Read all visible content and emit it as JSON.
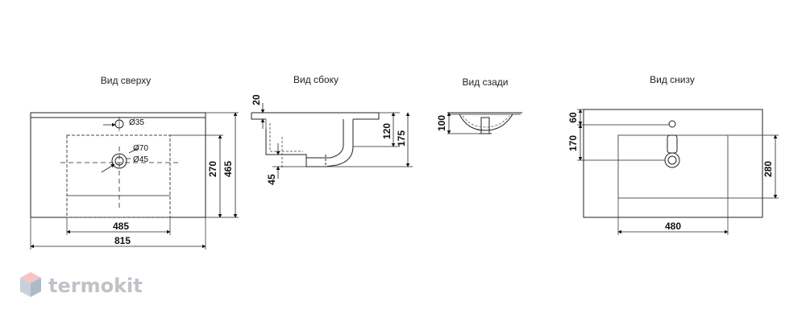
{
  "views": {
    "top": {
      "title": "Вид сверху"
    },
    "side": {
      "title": "Вид сбоку"
    },
    "rear": {
      "title": "Вид сзади"
    },
    "bottom": {
      "title": "Вид снизу"
    }
  },
  "dimensions": {
    "top": {
      "tap_hole": "Ø35",
      "drain_outer": "Ø70",
      "drain_inner": "Ø45",
      "inner_width": "485",
      "total_width": "815",
      "inner_depth": "270",
      "total_depth": "465"
    },
    "side": {
      "rim": "20",
      "bowl_depth": "120",
      "total_height": "175",
      "drain_height": "45"
    },
    "rear": {
      "height": "100"
    },
    "bottom": {
      "hole_offset": "60",
      "drain_offset": "170",
      "width": "480",
      "depth": "280"
    }
  },
  "brand": {
    "name": "termokit",
    "colors": {
      "top": "#f6c3c6",
      "left": "#c8d0dc",
      "right": "#aeb9c8"
    }
  }
}
